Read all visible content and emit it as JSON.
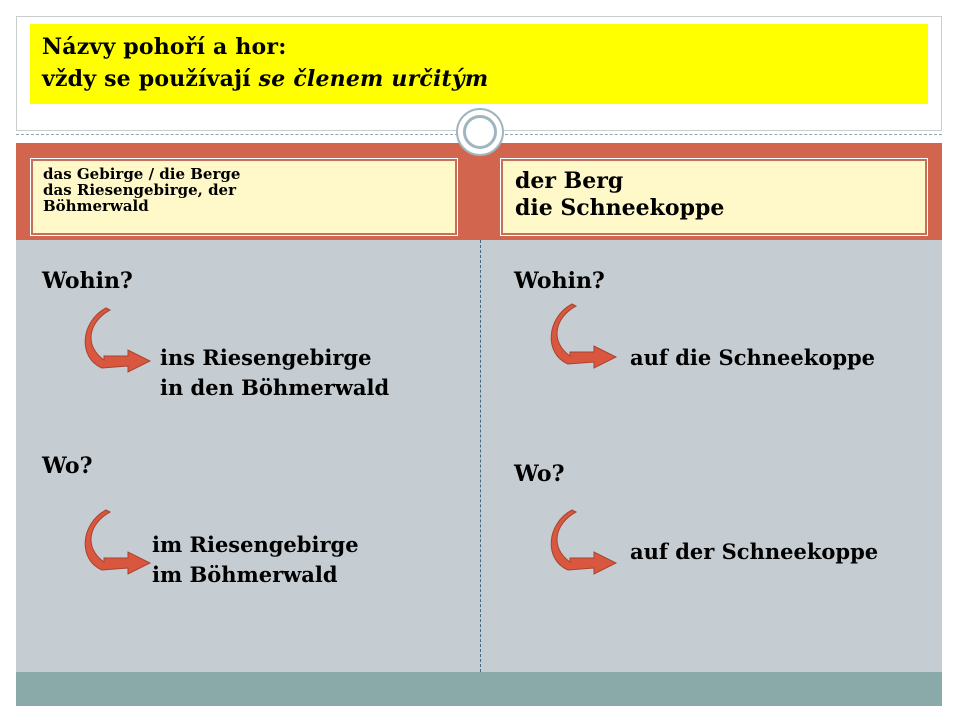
{
  "title": {
    "line1": "Názvy pohoří a hor:",
    "line2_plain": "vždy se používají ",
    "line2_italic": "se členem určitým"
  },
  "left": {
    "card": {
      "line1": "das Gebirge / die Berge",
      "line2": "das Riesengebirge, der",
      "line3": "Böhmerwald"
    },
    "wohin_label": "Wohin?",
    "wohin_answer1": "ins Riesengebirge",
    "wohin_answer2": "in den Böhmerwald",
    "wo_label": "Wo?",
    "wo_answer1": "im Riesengebirge",
    "wo_answer2": "im Böhmerwald"
  },
  "right": {
    "card": {
      "line1": "der Berg",
      "line2": "die Schneekoppe"
    },
    "wohin_label": "Wohin?",
    "wohin_answer": "auf die Schneekoppe",
    "wo_label": "Wo?",
    "wo_answer": "auf der Schneekoppe"
  },
  "colors": {
    "title_bg": "#ffff00",
    "band": "#d2654e",
    "panel": "#c5cdd2",
    "footer": "#8aa9a9",
    "card_bg": "#fff8c8",
    "arrow": "#d9573f"
  },
  "icons": {
    "arrow": "curved-arrow-icon",
    "circle": "circle-ornament-icon"
  }
}
